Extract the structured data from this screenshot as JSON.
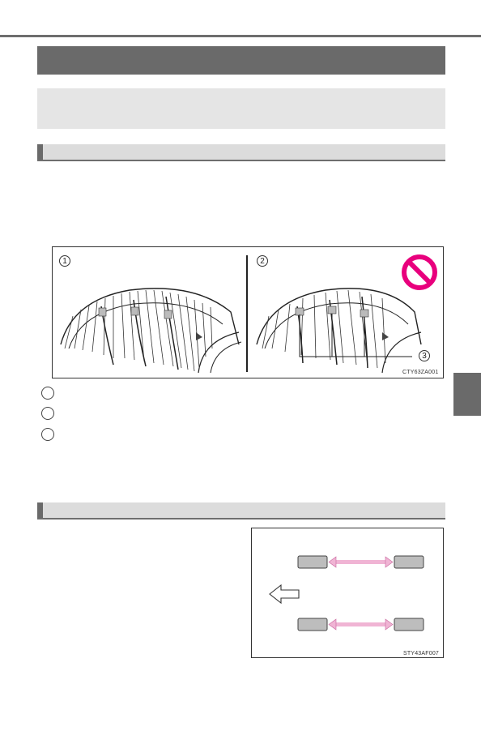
{
  "figure1": {
    "code": "CTY63ZA001",
    "labels": {
      "correct": "1",
      "incorrect": "2",
      "indicator": "3"
    },
    "prohibited_icon": "no-entry-icon"
  },
  "figure2": {
    "code": "STY43AF007",
    "arrow_icon": "direction-arrow-left-icon"
  },
  "colors": {
    "header_gray": "#6a6a6a",
    "section_gray": "#dcdcdc",
    "summary_gray": "#e5e5e5",
    "prohibited_magenta": "#e8007d",
    "swap_arrow_pink": "#f0b4d4"
  }
}
